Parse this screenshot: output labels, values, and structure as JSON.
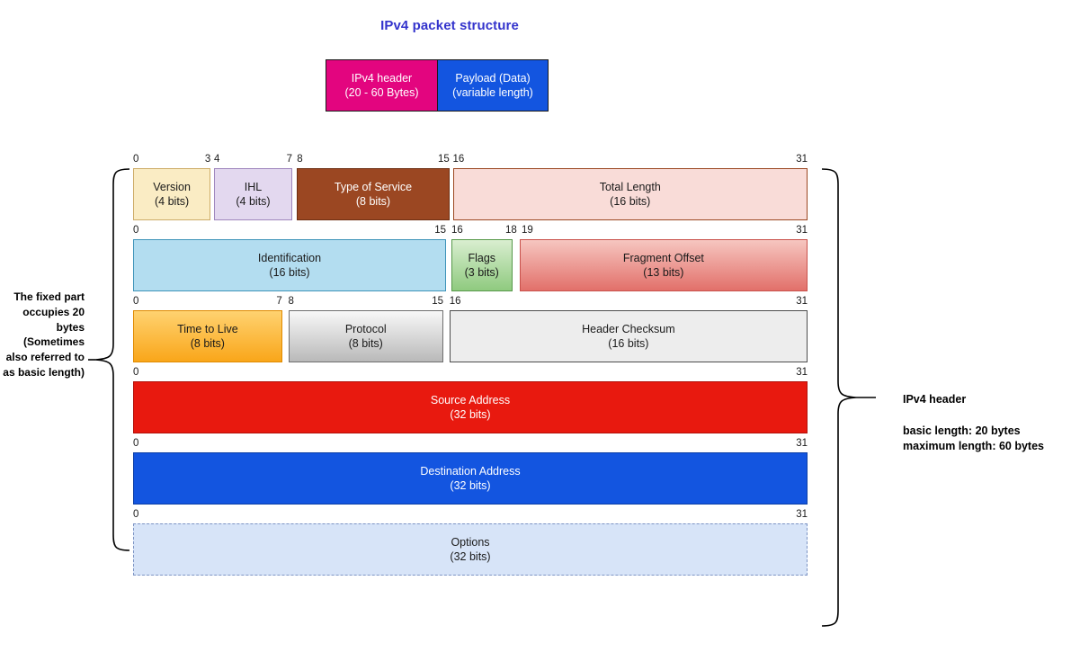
{
  "title": "IPv4 packet structure",
  "accent_color": "#3333cc",
  "packet_bar": {
    "header": {
      "line1": "IPv4 header",
      "line2": "(20 - 60 Bytes)",
      "color": "#e3057f"
    },
    "payload": {
      "line1": "Payload (Data)",
      "line2": "(variable length)",
      "color": "#1355e0"
    }
  },
  "rows": [
    {
      "ticks": [
        {
          "label": "0",
          "pos": 0,
          "align": "l"
        },
        {
          "label": "3",
          "pos": 11.5,
          "align": "r"
        },
        {
          "label": "4",
          "pos": 12.0,
          "align": "l"
        },
        {
          "label": "7",
          "pos": 23.6,
          "align": "r"
        },
        {
          "label": "8",
          "pos": 24.3,
          "align": "l"
        },
        {
          "label": "15",
          "pos": 46.9,
          "align": "r"
        },
        {
          "label": "16",
          "pos": 47.4,
          "align": "l"
        },
        {
          "label": "31",
          "pos": 100,
          "align": "r"
        }
      ],
      "fields": [
        {
          "name": "Version",
          "bits": "(4 bits)",
          "cls": "f-version",
          "left": 0,
          "width": 11.5
        },
        {
          "name": "IHL",
          "bits": "(4 bits)",
          "cls": "f-ihl",
          "left": 12.0,
          "width": 11.6
        },
        {
          "name": "Type of Service",
          "bits": "(8 bits)",
          "cls": "f-tos",
          "left": 24.3,
          "width": 22.6
        },
        {
          "name": "Total Length",
          "bits": "(16 bits)",
          "cls": "f-total",
          "left": 47.4,
          "width": 52.6
        }
      ]
    },
    {
      "ticks": [
        {
          "label": "0",
          "pos": 0,
          "align": "l"
        },
        {
          "label": "15",
          "pos": 46.4,
          "align": "r"
        },
        {
          "label": "16",
          "pos": 47.2,
          "align": "l"
        },
        {
          "label": "18",
          "pos": 56.9,
          "align": "r"
        },
        {
          "label": "19",
          "pos": 57.6,
          "align": "l"
        },
        {
          "label": "31",
          "pos": 100,
          "align": "r"
        }
      ],
      "fields": [
        {
          "name": "Identification",
          "bits": "(16 bits)",
          "cls": "f-ident",
          "left": 0,
          "width": 46.4
        },
        {
          "name": "Flags",
          "bits": "(3 bits)",
          "cls": "f-flags",
          "left": 47.2,
          "width": 9.0
        },
        {
          "name": "Fragment Offset",
          "bits": "(13 bits)",
          "cls": "f-frag",
          "left": 57.3,
          "width": 42.7
        }
      ]
    },
    {
      "ticks": [
        {
          "label": "0",
          "pos": 0,
          "align": "l"
        },
        {
          "label": "7",
          "pos": 22.1,
          "align": "r"
        },
        {
          "label": "8",
          "pos": 23.0,
          "align": "l"
        },
        {
          "label": "15",
          "pos": 46.0,
          "align": "r"
        },
        {
          "label": "16",
          "pos": 46.9,
          "align": "l"
        },
        {
          "label": "31",
          "pos": 100,
          "align": "r"
        }
      ],
      "fields": [
        {
          "name": "Time to Live",
          "bits": "(8 bits)",
          "cls": "f-ttl",
          "left": 0,
          "width": 22.1
        },
        {
          "name": "Protocol",
          "bits": "(8 bits)",
          "cls": "f-proto",
          "left": 23.0,
          "width": 23.0
        },
        {
          "name": "Header Checksum",
          "bits": "(16 bits)",
          "cls": "f-cksum",
          "left": 46.9,
          "width": 53.1
        }
      ]
    },
    {
      "ticks": [
        {
          "label": "0",
          "pos": 0,
          "align": "l"
        },
        {
          "label": "31",
          "pos": 100,
          "align": "r"
        }
      ],
      "fields": [
        {
          "name": "Source Address",
          "bits": "(32 bits)",
          "cls": "f-src",
          "left": 0,
          "width": 100
        }
      ]
    },
    {
      "ticks": [
        {
          "label": "0",
          "pos": 0,
          "align": "l"
        },
        {
          "label": "31",
          "pos": 100,
          "align": "r"
        }
      ],
      "fields": [
        {
          "name": "Destination Address",
          "bits": "(32 bits)",
          "cls": "f-dst",
          "left": 0,
          "width": 100
        }
      ]
    },
    {
      "ticks": [
        {
          "label": "0",
          "pos": 0,
          "align": "l"
        },
        {
          "label": "31",
          "pos": 100,
          "align": "r"
        }
      ],
      "fields": [
        {
          "name": "Options",
          "bits": "(32 bits)",
          "cls": "f-options",
          "left": 0,
          "width": 100
        }
      ]
    }
  ],
  "left_note": "The fixed part occupies 20 bytes (Sometimes also referred to as basic length)",
  "right_note": {
    "heading": "IPv4 header",
    "basic": "basic length: 20 bytes",
    "maximum": "maximum length: 60 bytes"
  }
}
